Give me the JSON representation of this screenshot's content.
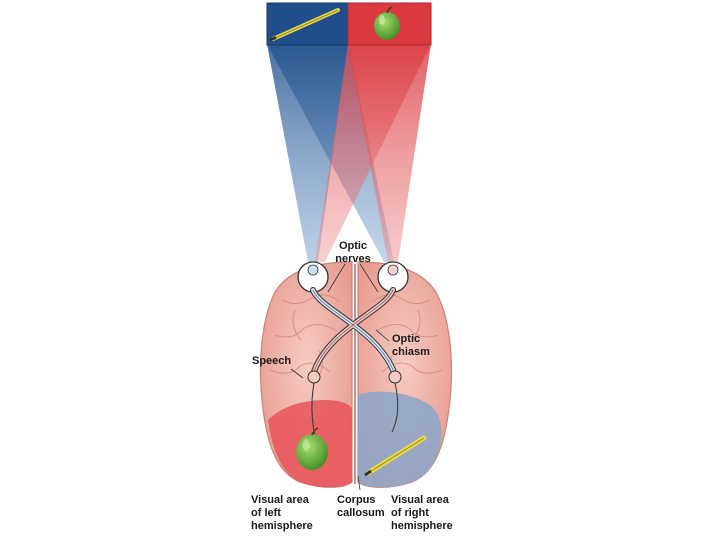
{
  "labels": {
    "optic_nerves": [
      "Optic",
      "nerves"
    ],
    "optic_chiasm": [
      "Optic",
      "chiasm"
    ],
    "speech": "Speech",
    "visual_area_left": [
      "Visual area",
      "of left",
      "hemisphere"
    ],
    "corpus_callosum": [
      "Corpus",
      "callosum"
    ],
    "visual_area_right": [
      "Visual area",
      "of right",
      "hemisphere"
    ]
  },
  "objects": {
    "left_field_object": "pencil-icon",
    "right_field_object": "apple-icon"
  },
  "colors": {
    "left_visual_field": "#1f4e8a",
    "right_visual_field": "#d9393f",
    "left_hemisphere_area": "#e8545a",
    "right_hemisphere_area": "#8fa6c8",
    "brain": "#f2b3aa",
    "pencil": "#e8d84a",
    "apple": "#5aa03a"
  }
}
